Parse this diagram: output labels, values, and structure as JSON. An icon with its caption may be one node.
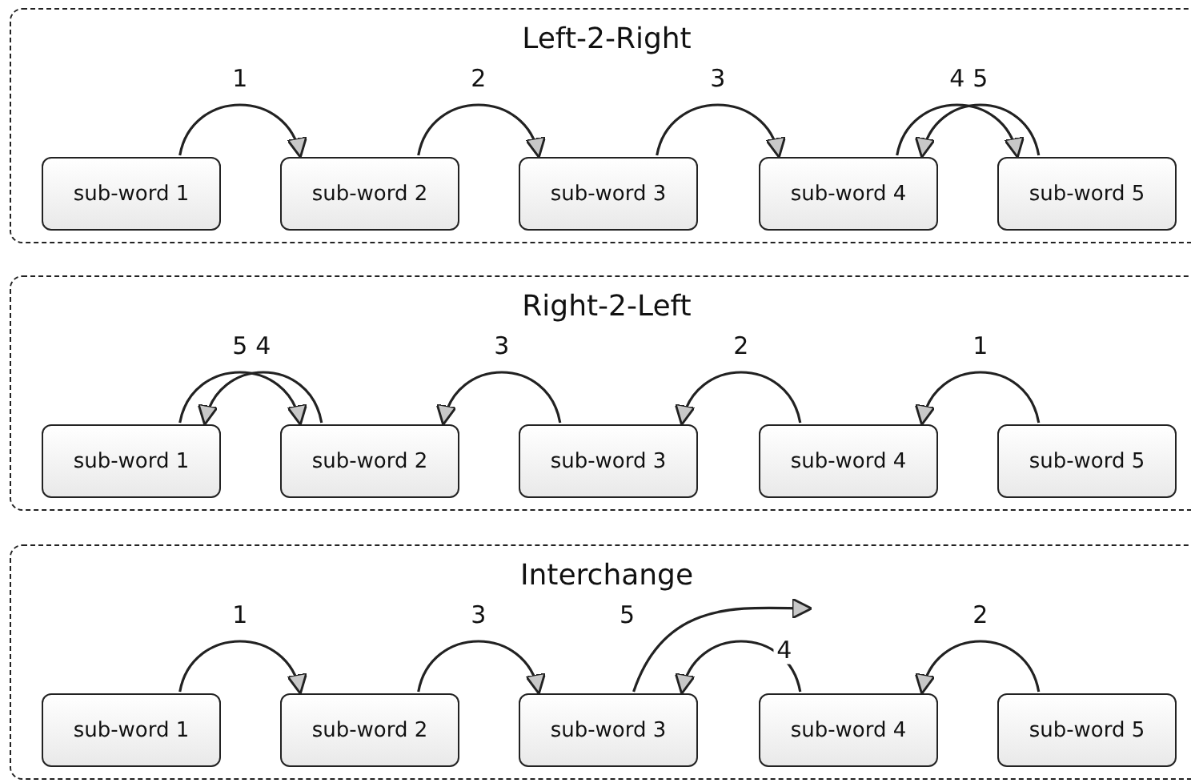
{
  "diagram": {
    "nodes": [
      {
        "text": [
          "Left-2-Right"
        ]
      },
      {
        "text": [
          "sub-word 1"
        ],
        "in": 0
      },
      {
        "text": [
          "sub-word 2"
        ],
        "in": 0
      },
      {
        "text": [
          "sub-word 3"
        ],
        "in": 0
      },
      {
        "text": [
          "sub-word 4"
        ],
        "in": 0
      },
      {
        "text": [
          "sub-word 5"
        ],
        "in": 0
      },
      {
        "text": [
          "Right-2-Left"
        ]
      },
      {
        "text": [
          "sub-word 1"
        ],
        "in": 6
      },
      {
        "text": [
          "sub-word 2"
        ],
        "in": 6
      },
      {
        "text": [
          "sub-word 3"
        ],
        "in": 6
      },
      {
        "text": [
          "sub-word 4"
        ],
        "in": 6
      },
      {
        "text": [
          "sub-word 5"
        ],
        "in": 6
      },
      {
        "text": [
          "Interchange"
        ]
      },
      {
        "text": [
          "sub-word 1"
        ],
        "in": 12
      },
      {
        "text": [
          "sub-word 2"
        ],
        "in": 12
      },
      {
        "text": [
          "sub-word 3"
        ],
        "in": 12
      },
      {
        "text": [
          "sub-word 4"
        ],
        "in": 12
      },
      {
        "text": [
          "sub-word 5"
        ],
        "in": 12
      }
    ],
    "edges": [
      {
        "from": 1,
        "to": 2,
        "arrow": "to",
        "label": "1"
      },
      {
        "from": 2,
        "to": 3,
        "arrow": "to",
        "label": "2"
      },
      {
        "from": 3,
        "to": 4,
        "arrow": "to",
        "label": "3"
      },
      {
        "from": 4,
        "to": 5,
        "arrow": "to",
        "label": "4"
      },
      {
        "from": 5,
        "to": 4,
        "arrow": "to",
        "label": "5"
      },
      {
        "from": 11,
        "to": 10,
        "arrow": "to",
        "label": "1"
      },
      {
        "from": 10,
        "to": 9,
        "arrow": "to",
        "label": "2"
      },
      {
        "from": 9,
        "to": 8,
        "arrow": "to",
        "label": "3"
      },
      {
        "from": 8,
        "to": 7,
        "arrow": "to",
        "label": "4"
      },
      {
        "from": 7,
        "to": 8,
        "arrow": "to",
        "label": "5"
      },
      {
        "from": 13,
        "to": 14,
        "arrow": "to",
        "label": "1"
      },
      {
        "from": 17,
        "to": 16,
        "arrow": "to",
        "label": "2"
      },
      {
        "from": 14,
        "to": 15,
        "arrow": "to",
        "label": "3"
      },
      {
        "from": 16,
        "to": 15,
        "arrow": "to",
        "label": "4"
      },
      {
        "from": 15,
        "to": null,
        "arrow": "to",
        "label": "5"
      }
    ]
  }
}
